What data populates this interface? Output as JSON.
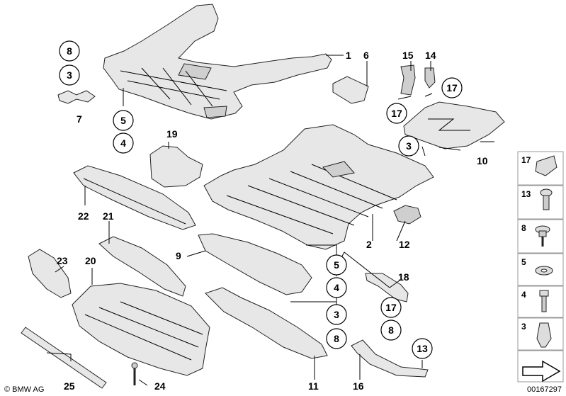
{
  "callouts": {
    "c1": "1",
    "c6": "6",
    "c15": "15",
    "c14": "14",
    "c8a": "8",
    "c3a": "3",
    "c7": "7",
    "c5a": "5",
    "c4a": "4",
    "c17a": "17",
    "c17b": "17",
    "c10": "10",
    "c3b": "3",
    "c19": "19",
    "c22": "22",
    "c21": "21",
    "c2": "2",
    "c12": "12",
    "c9": "9",
    "c5b": "5",
    "c4b": "4",
    "c18": "18",
    "c23": "23",
    "c20": "20",
    "c3c": "3",
    "c8b": "8",
    "c17c": "17",
    "c8c": "8",
    "c13a": "13",
    "c25": "25",
    "c24": "24",
    "c11": "11",
    "c16": "16"
  },
  "legend": {
    "items": [
      {
        "num": "17",
        "icon": "clip-nut-icon"
      },
      {
        "num": "13",
        "icon": "expanding-rivet-icon"
      },
      {
        "num": "8",
        "icon": "collar-screw-icon"
      },
      {
        "num": "5",
        "icon": "washer-icon"
      },
      {
        "num": "4",
        "icon": "hex-bolt-icon"
      },
      {
        "num": "3",
        "icon": "spreader-nut-icon"
      }
    ],
    "arrow_icon": "arrow-icon"
  },
  "footer": {
    "logo": "© BMW AG",
    "code": "00167297"
  }
}
